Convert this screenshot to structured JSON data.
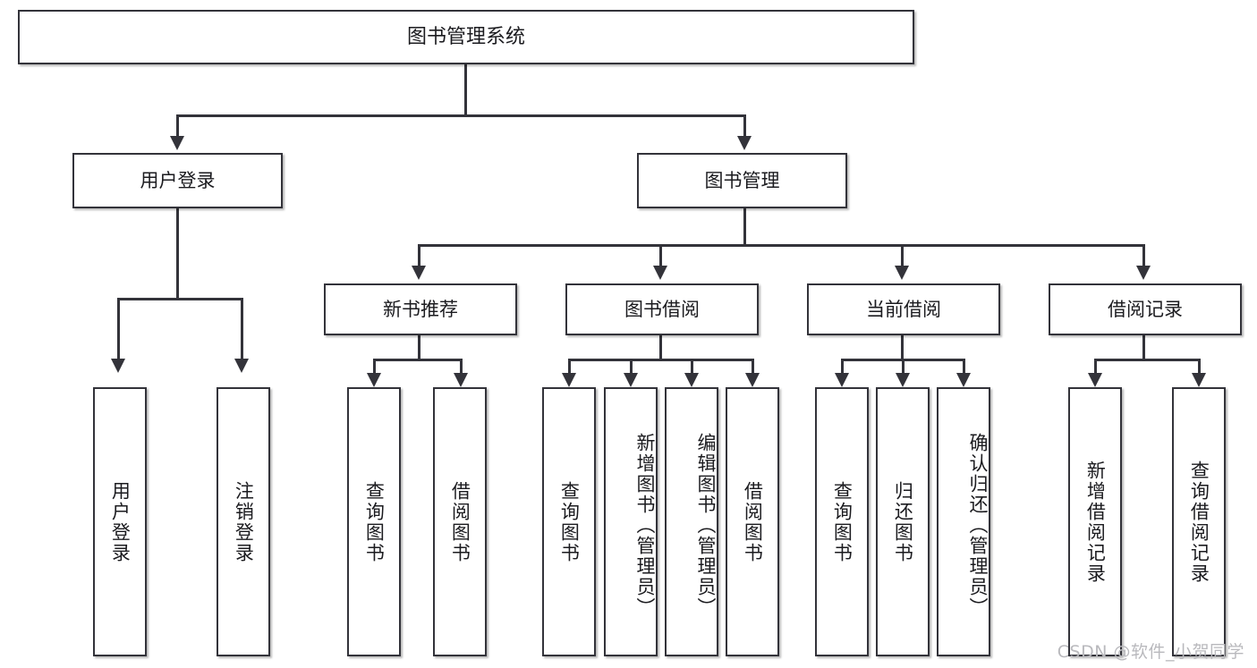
{
  "diagram": {
    "type": "tree",
    "title": "图书管理系统",
    "watermark": "CSDN @软件_小贺同学",
    "nodes": {
      "root": {
        "label": "图书管理系统"
      },
      "user_login": {
        "label": "用户登录"
      },
      "book_mgmt": {
        "label": "图书管理"
      },
      "new_book_rec": {
        "label": "新书推荐"
      },
      "book_borrow": {
        "label": "图书借阅"
      },
      "current_borrow": {
        "label": "当前借阅"
      },
      "borrow_record": {
        "label": "借阅记录"
      },
      "leaf_user_login": {
        "label": "用户登录"
      },
      "leaf_logout_login": {
        "label": "注销登录"
      },
      "leaf_query_book_1": {
        "label": "查询图书"
      },
      "leaf_borrow_book_1": {
        "label": "借阅图书"
      },
      "leaf_query_book_2": {
        "label": "查询图书"
      },
      "leaf_add_book": {
        "label": "新增图书（管理员）"
      },
      "leaf_edit_book": {
        "label": "编辑图书（管理员）"
      },
      "leaf_borrow_book_2": {
        "label": "借阅图书"
      },
      "leaf_query_book_3": {
        "label": "查询图书"
      },
      "leaf_return_book": {
        "label": "归还图书"
      },
      "leaf_confirm_return": {
        "label": "确认归还（管理员）"
      },
      "leaf_add_record": {
        "label": "新增借阅记录"
      },
      "leaf_query_record": {
        "label": "查询借阅记录"
      }
    },
    "edges": [
      {
        "from": "root",
        "to": "user_login"
      },
      {
        "from": "root",
        "to": "book_mgmt"
      },
      {
        "from": "user_login",
        "to": "leaf_user_login"
      },
      {
        "from": "user_login",
        "to": "leaf_logout_login"
      },
      {
        "from": "book_mgmt",
        "to": "new_book_rec"
      },
      {
        "from": "book_mgmt",
        "to": "book_borrow"
      },
      {
        "from": "book_mgmt",
        "to": "current_borrow"
      },
      {
        "from": "book_mgmt",
        "to": "borrow_record"
      },
      {
        "from": "new_book_rec",
        "to": "leaf_query_book_1"
      },
      {
        "from": "new_book_rec",
        "to": "leaf_borrow_book_1"
      },
      {
        "from": "book_borrow",
        "to": "leaf_query_book_2"
      },
      {
        "from": "book_borrow",
        "to": "leaf_add_book"
      },
      {
        "from": "book_borrow",
        "to": "leaf_edit_book"
      },
      {
        "from": "book_borrow",
        "to": "leaf_borrow_book_2"
      },
      {
        "from": "current_borrow",
        "to": "leaf_query_book_3"
      },
      {
        "from": "current_borrow",
        "to": "leaf_return_book"
      },
      {
        "from": "current_borrow",
        "to": "leaf_confirm_return"
      },
      {
        "from": "borrow_record",
        "to": "leaf_add_record"
      },
      {
        "from": "borrow_record",
        "to": "leaf_query_record"
      }
    ],
    "colors": {
      "box_border": "#33333a",
      "box_fill": "#ffffff",
      "connector": "#33333a",
      "text": "#1b1b1f",
      "watermark": "#b9b9bd",
      "background": "#ffffff"
    }
  }
}
